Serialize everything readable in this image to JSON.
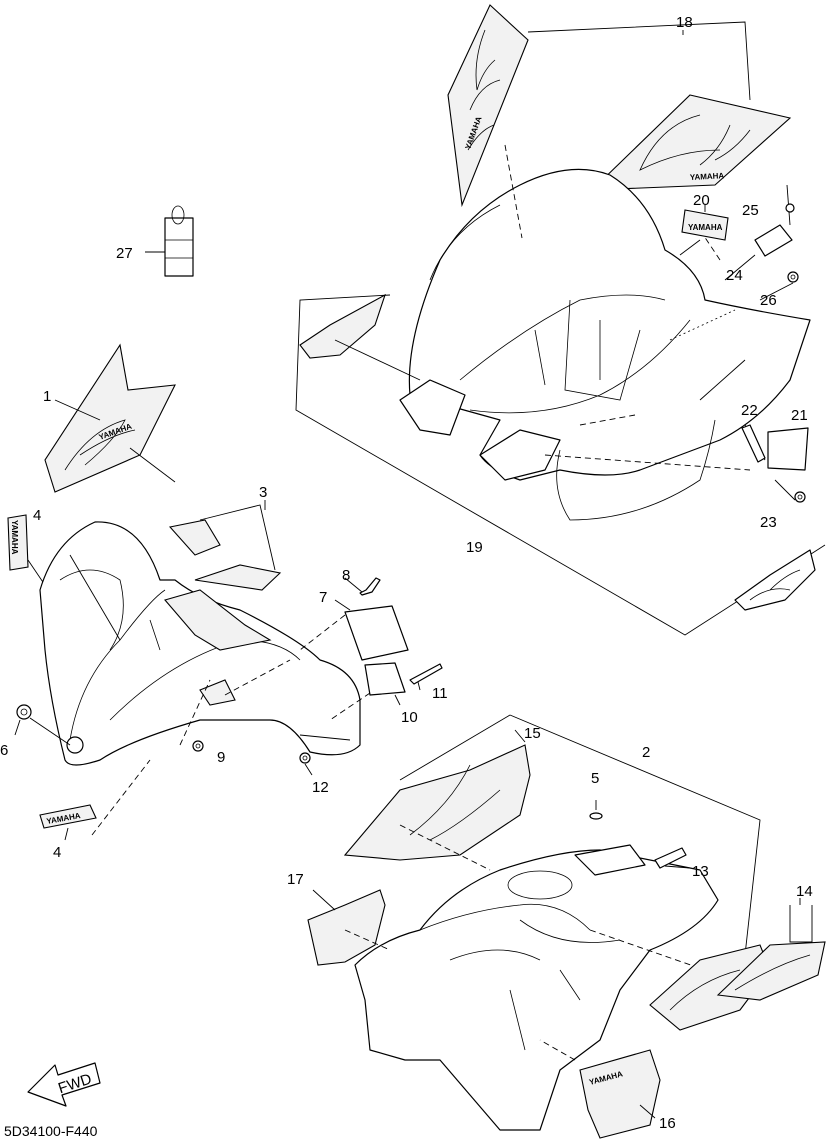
{
  "diagram_code": "5D34100-F440",
  "fwd_label": "FWD",
  "brand_text": "YAMAHA",
  "callouts": {
    "c1": "1",
    "c2": "2",
    "c3": "3",
    "c4a": "4",
    "c4b": "4",
    "c5": "5",
    "c6": "6",
    "c7": "7",
    "c8": "8",
    "c9": "9",
    "c10": "10",
    "c11": "11",
    "c12": "12",
    "c13": "13",
    "c14": "14",
    "c15": "15",
    "c16": "16",
    "c17": "17",
    "c18": "18",
    "c19": "19",
    "c20": "20",
    "c21": "21",
    "c22": "22",
    "c23": "23",
    "c24": "24",
    "c25": "25",
    "c26": "26",
    "c27": "27"
  }
}
